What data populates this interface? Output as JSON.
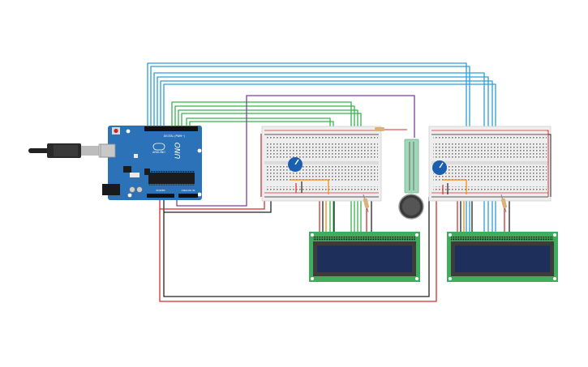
{
  "arduino": {
    "model_label": "UNO",
    "brand_label": "ARDUINO",
    "digital_header_label": "DIGITAL (PWM~)",
    "power_header_label": "POWER",
    "analog_header_label": "ANALOG IN"
  },
  "colors": {
    "wire_blue": "#2a9fd6",
    "wire_green": "#37b24d",
    "wire_purple": "#7b3f9e",
    "wire_red": "#d32f2f",
    "wire_black": "#222222",
    "wire_orange": "#f08c00",
    "wire_yellow": "#e6c300",
    "arduino_board": "#2b72b8",
    "lcd_pcb": "#3fae5c",
    "lcd_screen": "#1f2f5c",
    "breadboard": "#eeeeee",
    "potentiometer": "#1b5fb0"
  },
  "components": {
    "lcd_count": 2,
    "breadboard_count": 2,
    "potentiometer_count": 2,
    "force_sensor_count": 1
  }
}
